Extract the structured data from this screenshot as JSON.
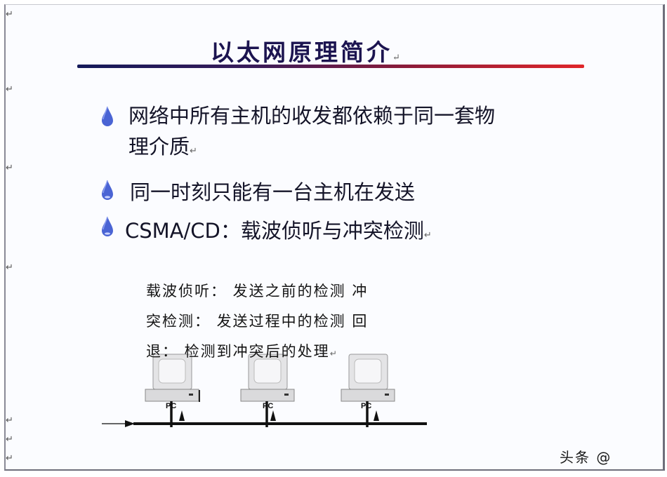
{
  "slide": {
    "title": "以太网原理简介",
    "title_mark": "↵",
    "title_rule_colors": [
      "#141a5a",
      "#e0262a"
    ],
    "bullets": [
      {
        "icon": "water-drop-icon",
        "line1": "网络中所有主机的收发都依赖于同一套物",
        "line2": "理介质",
        "mark": "↵"
      },
      {
        "icon": "water-drop-icon",
        "text": "同一时刻只能有一台主机在发送"
      },
      {
        "icon": "water-drop-icon",
        "text": "CSMA/CD：载波侦听与冲突检测",
        "mark": "↵"
      }
    ],
    "bullet_color": "#4a64d4",
    "sub_lines": [
      "载波侦听： 发送之前的检测 冲",
      "突检测： 发送过程中的检测 回",
      "退： 检测到冲突后的处理"
    ],
    "sub_mark": "↵",
    "diagram": {
      "pcs": [
        {
          "label": "PC"
        },
        {
          "label": "PC"
        },
        {
          "label": "PC"
        }
      ]
    }
  },
  "paragraph_marks": [
    "↵",
    "↵",
    "↵",
    "↵",
    "↵",
    "↵",
    "↵"
  ],
  "watermark": "头条 @"
}
